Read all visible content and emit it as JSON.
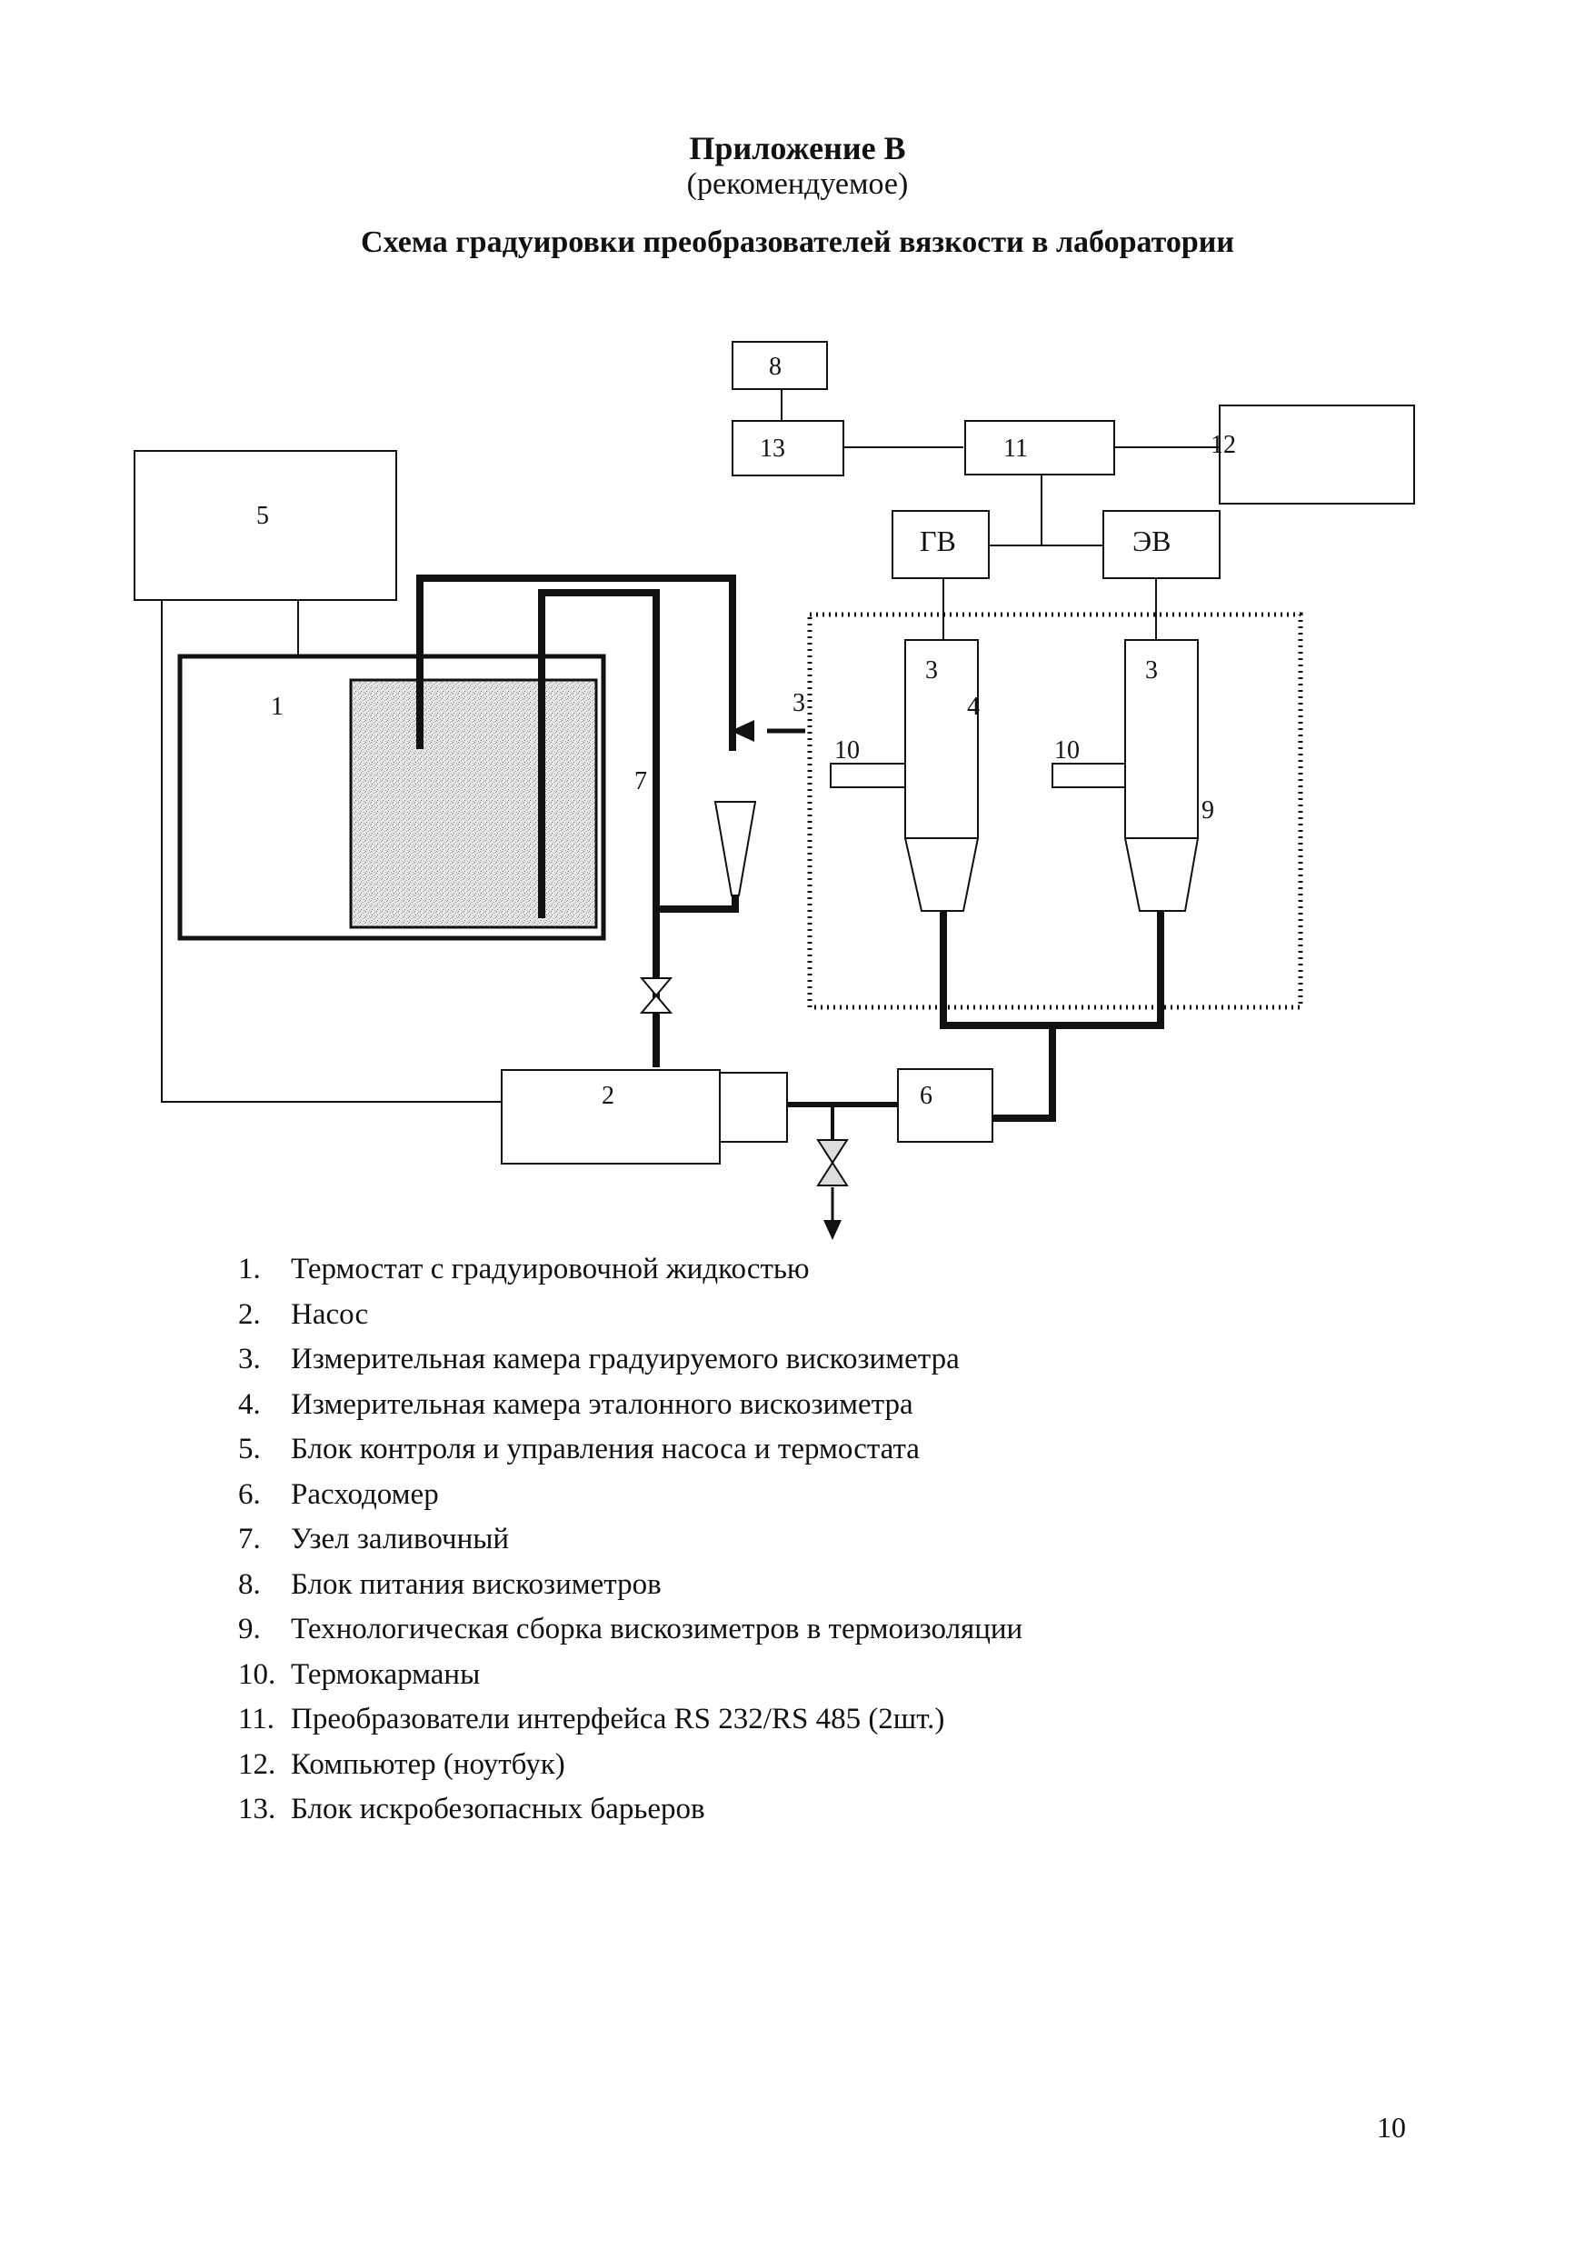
{
  "header": {
    "title": "Приложение В",
    "subtitle": "(рекомендуемое)",
    "caption": "Схема  градуировки преобразователей вязкости в лаборатории"
  },
  "diagram": {
    "labels": {
      "b8": "8",
      "b13": "13",
      "b11": "11",
      "b12": "12",
      "b5": "5",
      "gv": "ГВ",
      "ev": "ЭВ",
      "b1": "1",
      "b7": "7",
      "b3_left": "3",
      "b3_right": "3",
      "b3_side": "3",
      "b4": "4",
      "b10_left": "10",
      "b10_right": "10",
      "b9": "9",
      "b2": "2",
      "b6": "6"
    }
  },
  "legend": [
    {
      "num": "1.",
      "text": "Термостат с градуировочной жидкостью"
    },
    {
      "num": "2.",
      "text": "Насос"
    },
    {
      "num": "3.",
      "text": "Измерительная камера градуируемого  вискозиметра"
    },
    {
      "num": "4.",
      "text": "Измерительная камера эталонного вискозиметра"
    },
    {
      "num": "5.",
      "text": "Блок контроля и управления насоса и термостата"
    },
    {
      "num": "6.",
      "text": "Расходомер"
    },
    {
      "num": "7.",
      "text": "Узел заливочный"
    },
    {
      "num": "8.",
      "text": "Блок питания вискозиметров"
    },
    {
      "num": "9.",
      "text": "Технологическая сборка вискозиметров в термоизоляции"
    },
    {
      "num": "10.",
      "text": "Термокарманы"
    },
    {
      "num": "11.",
      "text": "Преобразователи интерфейса RS 232/RS 485 (2шт.)"
    },
    {
      "num": "12.",
      "text": "Компьютер (ноутбук)"
    },
    {
      "num": "13.",
      "text": "Блок искробезопасных барьеров"
    }
  ],
  "page_number": "10"
}
